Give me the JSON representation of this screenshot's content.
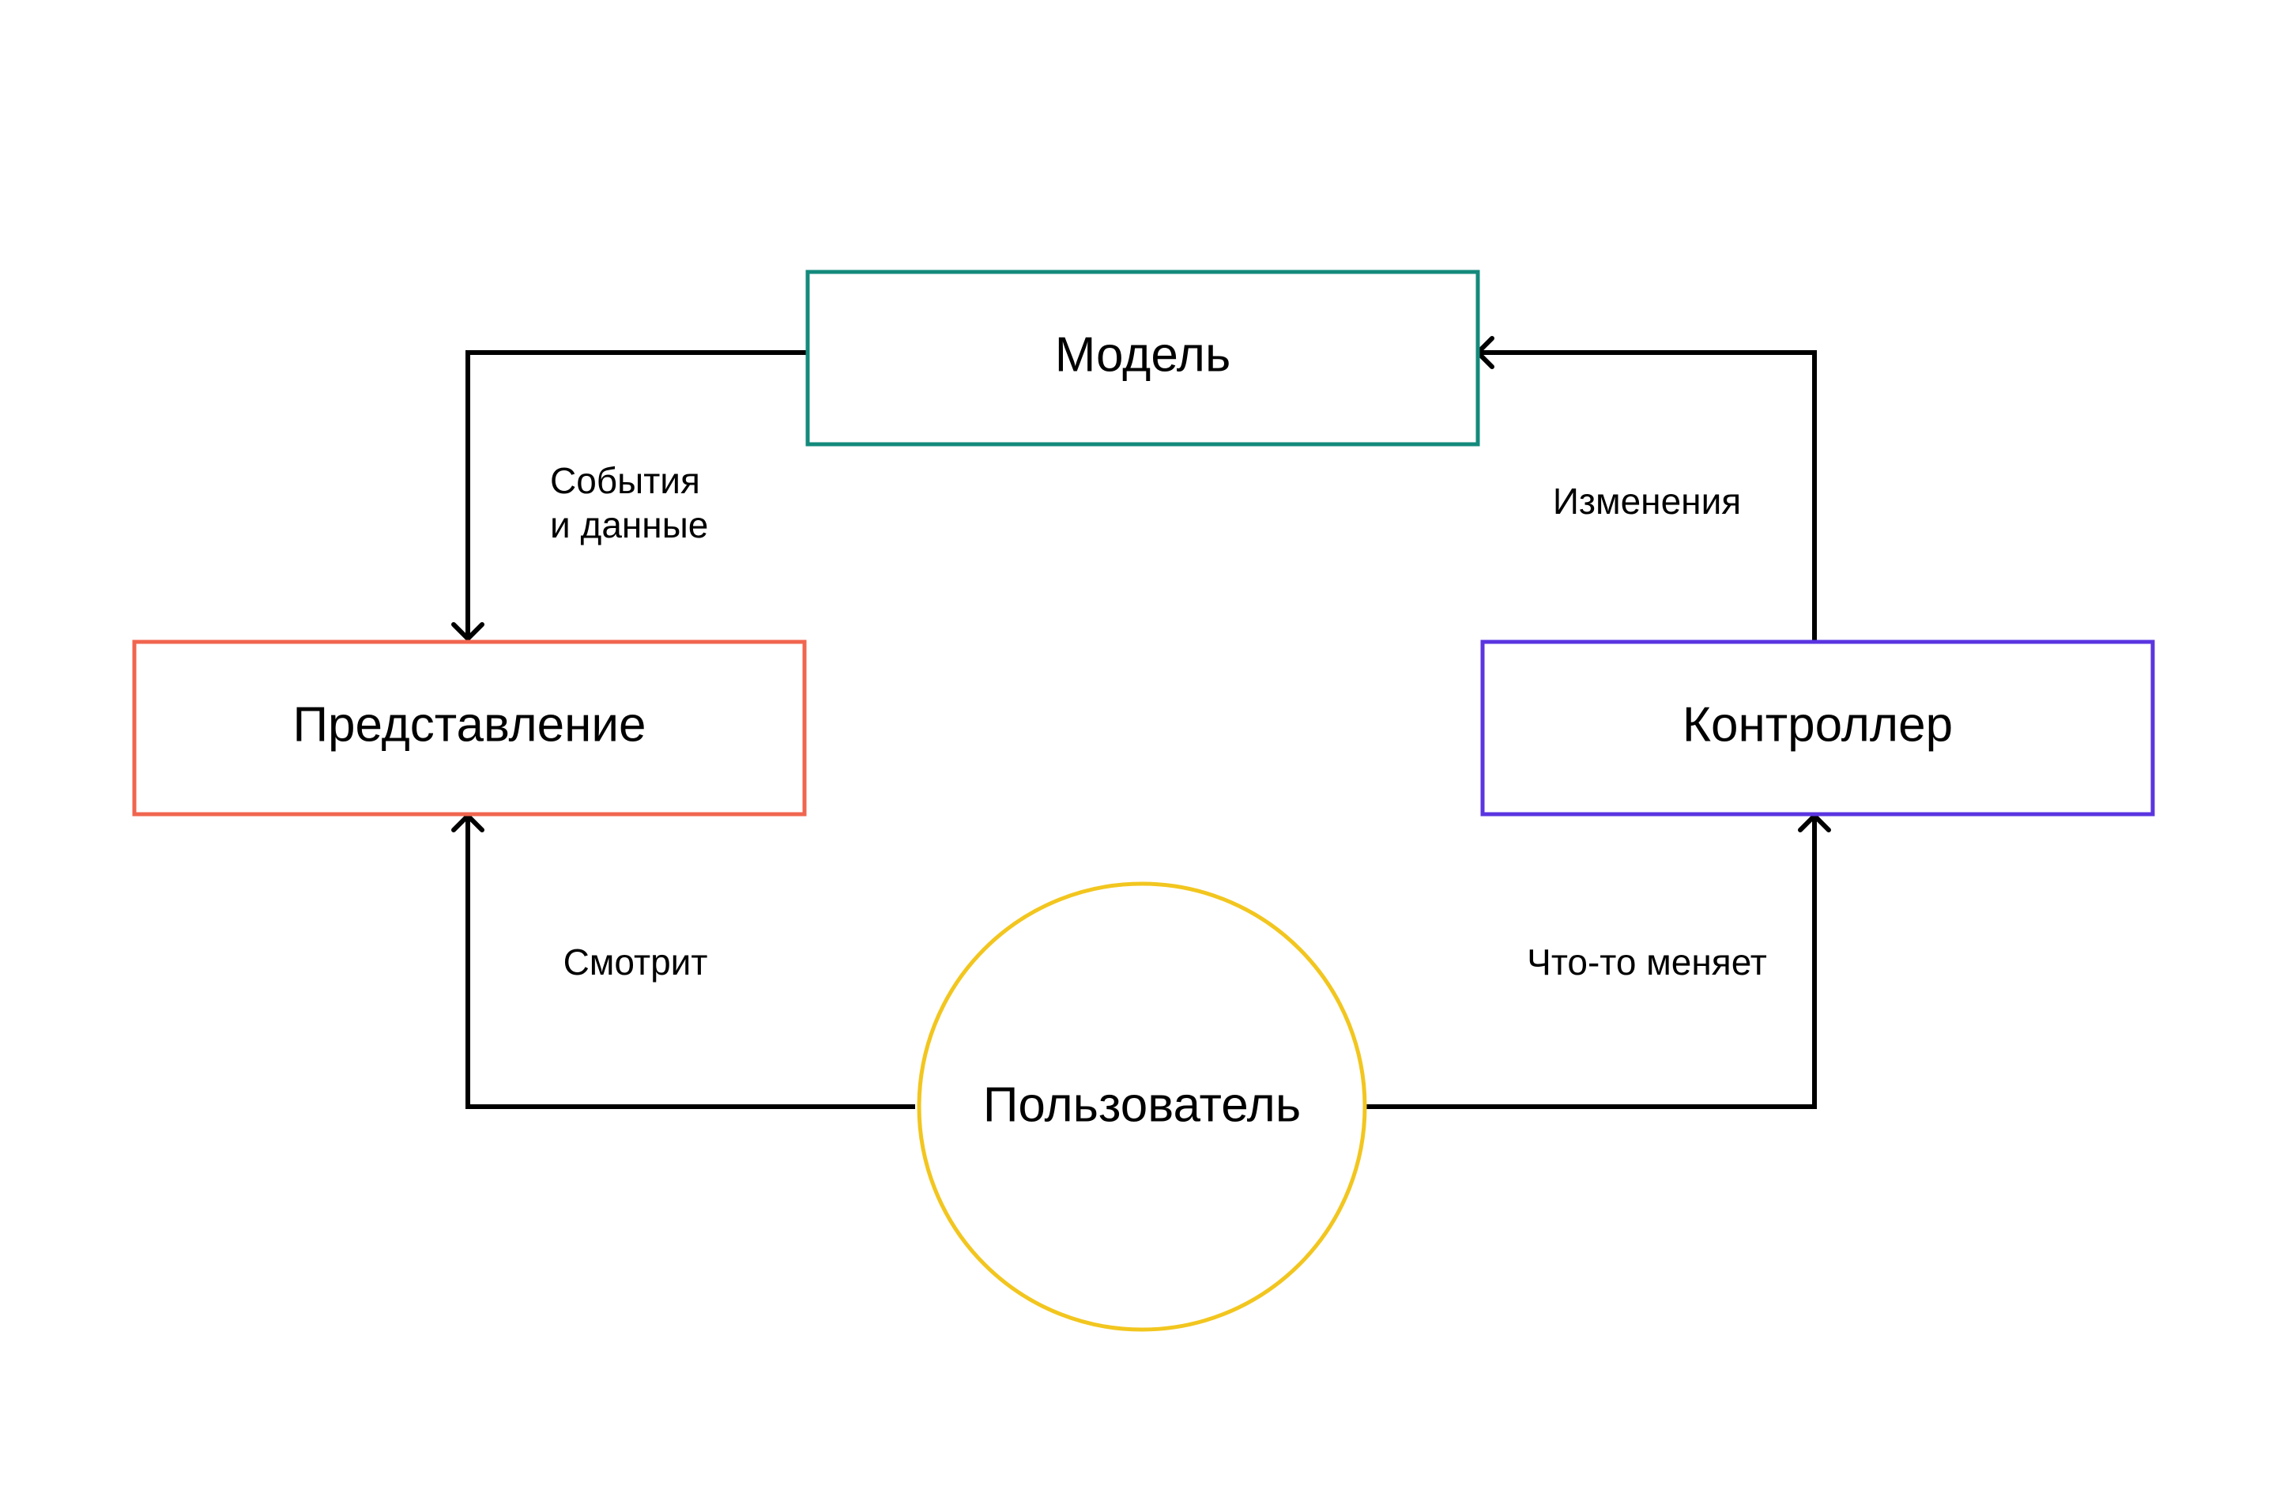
{
  "nodes": {
    "model": {
      "label": "Модель",
      "color": "#138A7C"
    },
    "view": {
      "label": "Представление",
      "color": "#F0654F"
    },
    "controller": {
      "label": "Контроллер",
      "color": "#5A35E0"
    },
    "user": {
      "label": "Пользователь",
      "color": "#F2C61F"
    }
  },
  "edges": {
    "model_to_view": {
      "line1": "События",
      "line2": "и данные"
    },
    "controller_to_model": {
      "label": "Изменения"
    },
    "user_to_view": {
      "label": "Смотрит"
    },
    "user_to_controller": {
      "label": "Что-то меняет"
    }
  }
}
